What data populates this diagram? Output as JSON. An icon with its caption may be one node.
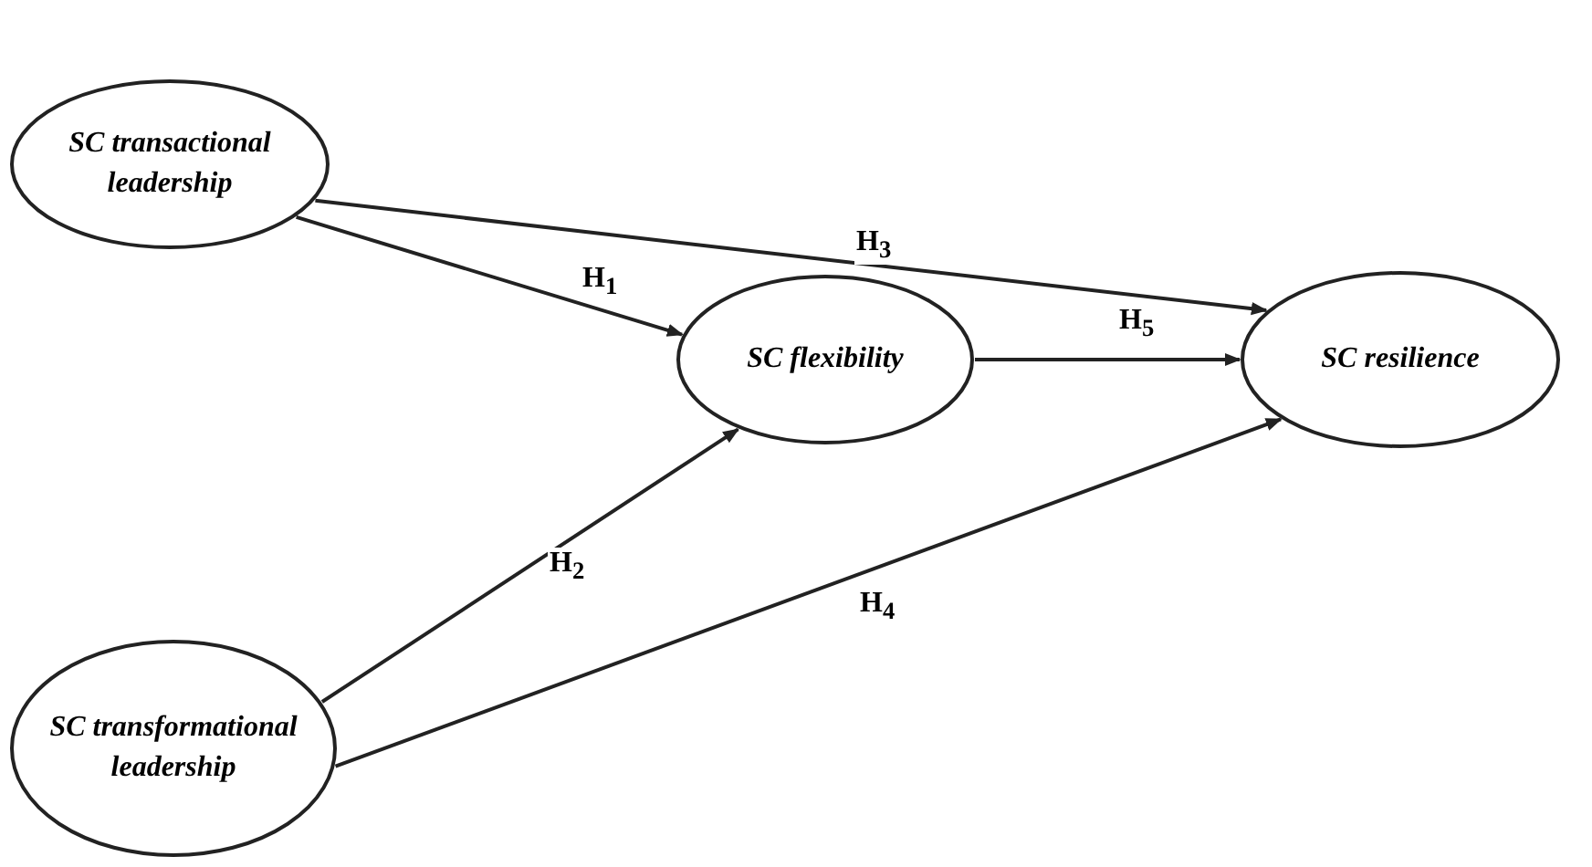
{
  "diagram": {
    "nodes": [
      {
        "text": [
          "SC transactional leadership"
        ]
      },
      {
        "text": [
          "SC flexibility"
        ]
      },
      {
        "text": [
          "SC resilience"
        ]
      },
      {
        "text": [
          "SC transformational leadership"
        ]
      }
    ],
    "edges": [
      {
        "from": 0,
        "to": 1,
        "arrow": "to",
        "label": "H$_{1}$"
      },
      {
        "from": 3,
        "to": 1,
        "arrow": "to",
        "label": "H$_{2}$"
      },
      {
        "from": 0,
        "to": 2,
        "arrow": "to",
        "label": "H$_{3}$"
      },
      {
        "from": 3,
        "to": 2,
        "arrow": "to",
        "label": "H$_{4}$"
      },
      {
        "from": 1,
        "to": 2,
        "arrow": "to",
        "label": "H$_{5}$"
      }
    ]
  }
}
